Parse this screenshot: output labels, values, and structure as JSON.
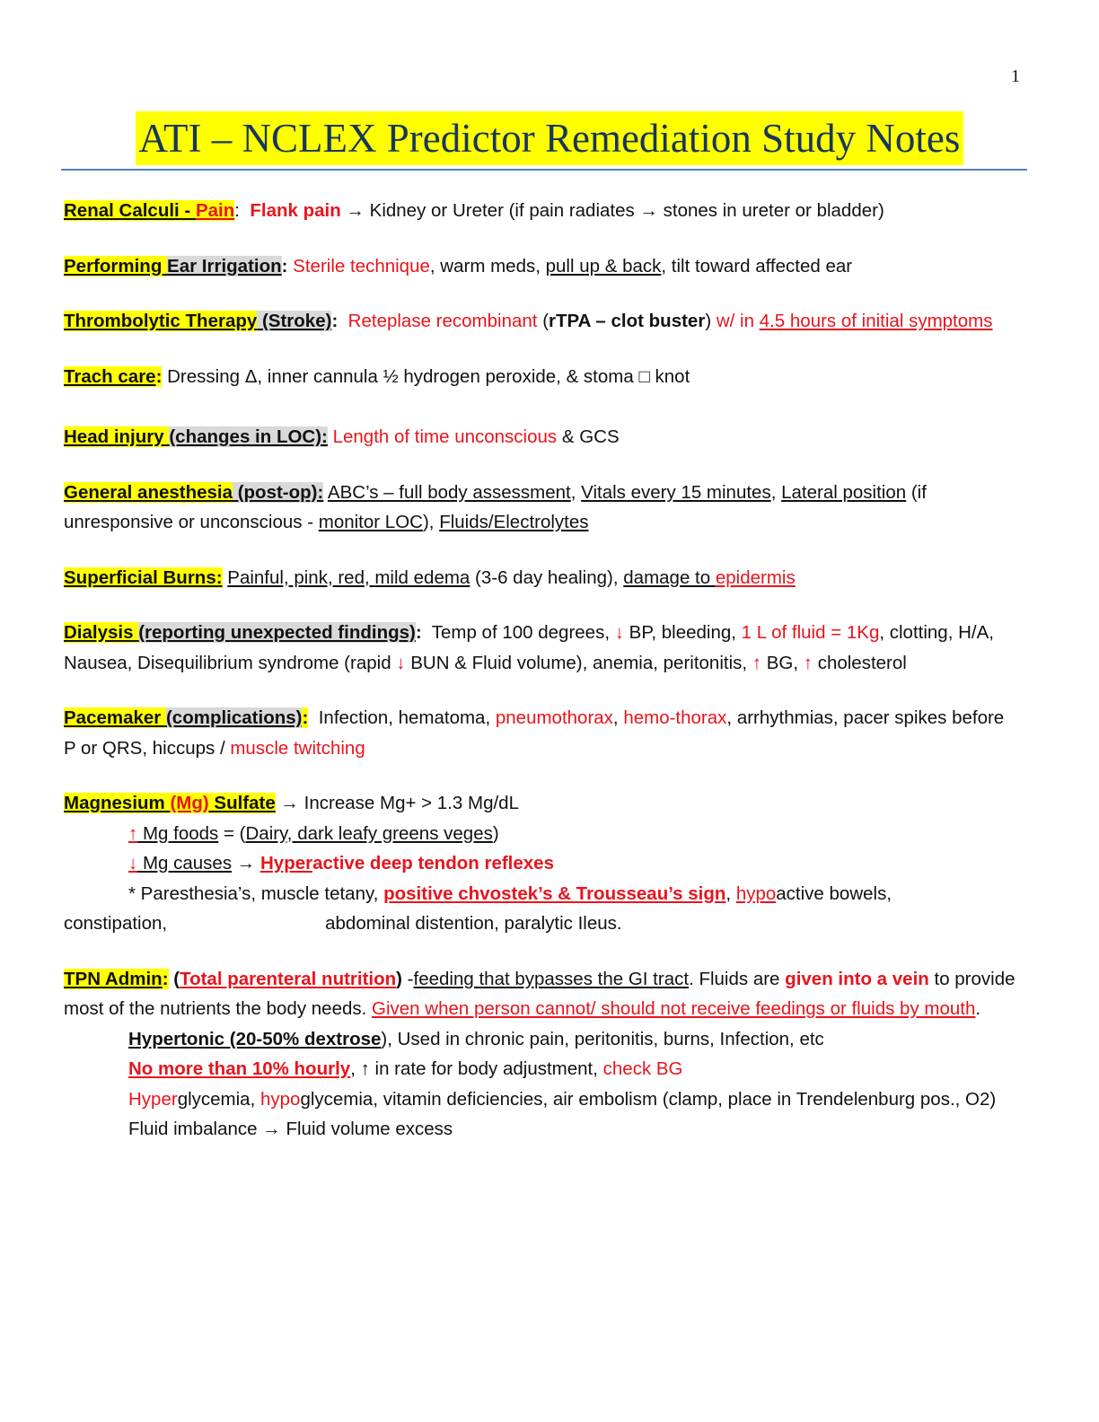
{
  "page_number": "1",
  "title": "ATI – NCLEX Predictor Remediation Study Notes",
  "renal": {
    "h1": "Renal Calculi - ",
    "h2": "Pain",
    "h3": ":",
    "t1": "Flank pain",
    "t2": " → Kidney or Ureter (if pain radiates → stones in ureter or bladder)"
  },
  "ear": {
    "h1": "Performing ",
    "h2": "Ear Irrigation",
    "h3": ":",
    "t1": "Sterile technique",
    "t2": ", warm meds, ",
    "t3": "pull up & back",
    "t4": ", tilt toward affected ear"
  },
  "thrombo": {
    "h1": "Thrombolytic Therapy",
    "h2": " (Stroke)",
    "h3": ":",
    "t1": "Reteplase recombinant",
    "t2": " (",
    "t3": "rTPA – clot buster",
    "t4": ") ",
    "t5": "w/ in ",
    "t6": "4.5 hours of initial symptoms"
  },
  "trach": {
    "h1": "Trach care",
    "h2": ":",
    "t1": "Dressing Δ, inner cannula ½ hydrogen peroxide, & stoma □ knot"
  },
  "head": {
    "h1": "Head injury ",
    "h2": "(changes in LOC):",
    "t1": "Length of time unconscious",
    "t2": " & GCS"
  },
  "anes": {
    "h1": "General anesthesia",
    "h2": " (post-op):",
    "t1": "ABC’s – full body assessment",
    "t2": ", ",
    "t3": "Vitals every 15 minutes",
    "t4": ", ",
    "t5": "Lateral position",
    "t6": " (if unresponsive or unconscious - ",
    "t7": "monitor LOC",
    "t8": "), ",
    "t9": "Fluids/Electrolytes"
  },
  "burns": {
    "h1": "Superficial Burns:",
    "t1": "Painful, pink, red, mild edema",
    "t2": " (3-6 day healing), ",
    "t3": "damage to ",
    "t4": "epidermis"
  },
  "dialysis": {
    "h1": "Dialysis ",
    "h2": "(reporting unexpected findings)",
    "h3": ":",
    "t1": "Temp of 100 degrees, ",
    "t2": "↓",
    "t3": " BP, bleeding, ",
    "t4": "1 L of fluid = 1Kg",
    "t5": ", clotting, H/A, Nausea, Disequilibrium syndrome (rapid ",
    "t6": "↓",
    "t7": " BUN & Fluid volume), anemia, peritonitis, ",
    "t8": "↑",
    "t9": " BG, ",
    "t10": "↑",
    "t11": " cholesterol"
  },
  "pacemaker": {
    "h1": "Pacemaker ",
    "h2": "(complications)",
    "h3": ":",
    "t1": "Infection, hematoma, ",
    "t2": "pneumothorax",
    "t3": ", ",
    "t4": "hemo-thorax",
    "t5": ", arrhythmias, pacer spikes before P or QRS, hiccups / ",
    "t6": "muscle twitching"
  },
  "mg": {
    "h1": "Magnesium ",
    "h2": "(Mg)",
    "h3": " Sulfate",
    "t1": " → Increase Mg+ > 1.3 Mg/dL",
    "l2a": "↑",
    "l2b": " Mg foods",
    "l2c": " = (",
    "l2d": "Dairy, dark leafy greens veges",
    "l2e": ")",
    "l3a": "↓",
    "l3b": " Mg causes",
    "l3c": " → ",
    "l3d": "Hyper",
    "l3e": "active deep tendon reflexes",
    "l4a": "* Paresthesia’s, muscle tetany, ",
    "l4b": "positive chvostek’s & Trousseau’s sign",
    "l4c": ", ",
    "l4d": "hypo",
    "l4e": "active bowels,",
    "l5a": "constipation,",
    "l5b": "abdominal distention, paralytic Ileus."
  },
  "tpn": {
    "h1": "TPN Admin",
    "h2": ":",
    "h3": " (",
    "h4": "Total parenteral nutrition",
    "h5": ")",
    "t1": " -",
    "t2": "feeding that bypasses the GI tract",
    "t3": ". Fluids are ",
    "t4": "given into a vein",
    "t5": " to provide most of the nutrients the body needs. ",
    "t6": "Given when person cannot/ should not receive feedings or fluids by mouth",
    "t7": ".",
    "l2a": "Hypertonic (20-50% dextrose",
    "l2b": "), Used in chronic pain, peritonitis, burns, Infection, etc",
    "l3a": "No more than 10% hourly",
    "l3b": ", ↑ in rate for body adjustment, ",
    "l3c": "check BG",
    "l4a": "Hyper",
    "l4b": "glycemia, ",
    "l4c": "hypo",
    "l4d": "glycemia, vitamin deficiencies, air embolism (clamp, place in Trendelenburg pos., O2)",
    "l5": "Fluid imbalance → Fluid volume excess"
  }
}
